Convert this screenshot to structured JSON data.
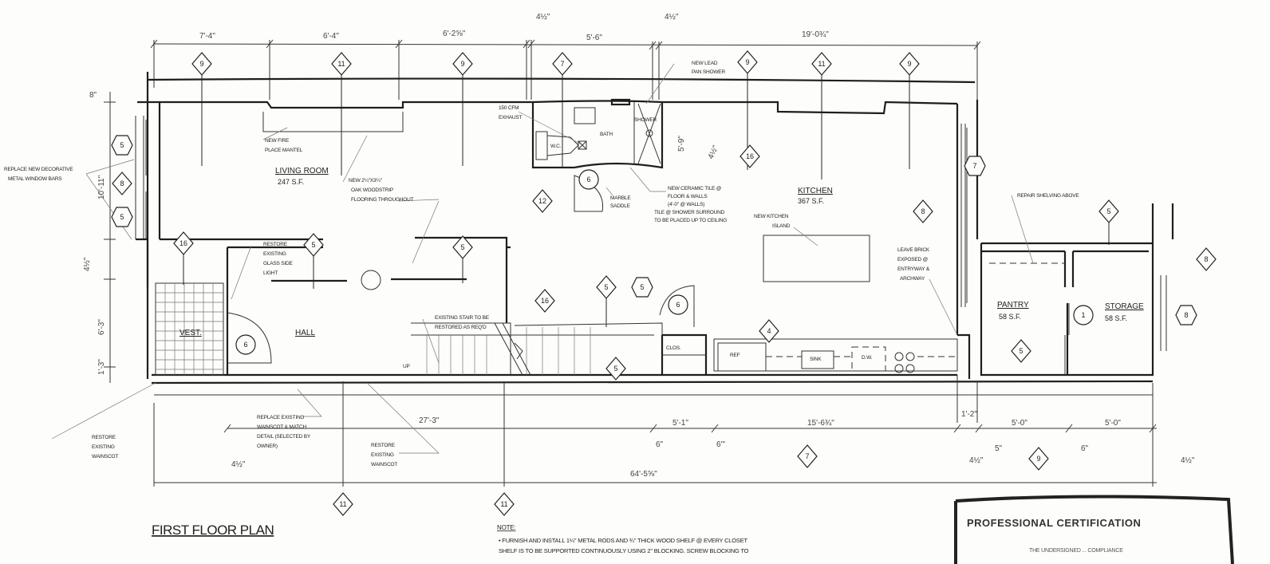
{
  "title": "FIRST FLOOR PLAN",
  "rooms": {
    "living": {
      "name": "LIVING ROOM",
      "area": "247 S.F."
    },
    "kitchen": {
      "name": "KITCHEN",
      "area": "367 S.F."
    },
    "hall": {
      "name": "HALL"
    },
    "vest": {
      "name": "VEST."
    },
    "pantry": {
      "name": "PANTRY",
      "area": "58 S.F."
    },
    "storage": {
      "name": "STORAGE",
      "area": "58 S.F."
    },
    "clos": {
      "name": "CLOS."
    }
  },
  "fixtures": {
    "wc": "W.C.",
    "shower": "SHOWER",
    "bath": "BATH",
    "ref": "REF",
    "sink": "SINK",
    "dw": "D.W.",
    "up": "UP"
  },
  "dimensions": {
    "top": [
      "7'-4\"",
      "6'-4\"",
      "6'-2⅝\"",
      "4½\"",
      "5'-6\"",
      "4½\"",
      "19'-0¾\""
    ],
    "side": [
      "8\"",
      "10'-11\"",
      "4½\"",
      "6'-3\"",
      "1'-3\"",
      "5'-9\"",
      "4½\""
    ],
    "bottom": [
      "27'-3\"",
      "5'-1\"",
      "15'-6¾\"",
      "1'-2\"",
      "5'-0\"",
      "5'-0\""
    ],
    "bottom_small": [
      "4½\"",
      "6\"",
      "6'\"",
      "4½\"",
      "5\"",
      "6\"",
      "4½\""
    ],
    "overall": "64'-5⅝\""
  },
  "tags": [
    "9",
    "11",
    "9",
    "7",
    "9",
    "11",
    "9",
    "5",
    "8",
    "5",
    "16",
    "12",
    "7",
    "8",
    "5",
    "8",
    "16",
    "5",
    "5",
    "16",
    "5",
    "5",
    "4",
    "5",
    "5",
    "8",
    "11",
    "11",
    "7",
    "9",
    "6",
    "6",
    "6",
    "1"
  ],
  "annotations": {
    "window_bars": [
      "REPLACE NEW DECORATIVE",
      "METAL WINDOW BARS"
    ],
    "mantel": [
      "NEW FIRE",
      "PLACE MANTEL"
    ],
    "flooring": [
      "NEW 2¼\"X3¼\"",
      "OAK WOODSTRIP",
      "FLOORING THROUGHOUT"
    ],
    "exhaust": [
      "150 CFM",
      "EXHAUST"
    ],
    "shower_pan": [
      "NEW LEAD",
      "PAN SHOWER"
    ],
    "tile": [
      "NEW CERAMIC TILE @",
      "FLOOR & WALLS",
      "(4'-0\" @ WALLS)",
      "TILE @ SHOWER SURROUND",
      "TO BE PLACED UP TO CEILING"
    ],
    "saddle": [
      "MARBLE",
      "SADDLE"
    ],
    "island": [
      "NEW KITCHEN",
      "ISLAND"
    ],
    "brick": [
      "LEAVE BRICK",
      "EXPOSED @",
      "ENTRYWAY &",
      "ARCHWAY"
    ],
    "shelving": [
      "REPAIR SHELVING ABOVE"
    ],
    "sidelight": [
      "RESTORE",
      "EXISTING",
      "GLASS SIDE",
      "LIGHT"
    ],
    "stair": [
      "EXISTING STAIR TO BE",
      "RESTORED AS REQ'D"
    ],
    "wainscot_replace": [
      "REPLACE EXISTING",
      "WAINSCOT & MATCH",
      "DETAIL (SELECTED BY",
      "OWNER)"
    ],
    "wainscot_restore_1": [
      "RESTORE",
      "EXISTING",
      "WAINSCOT"
    ],
    "wainscot_restore_2": [
      "RESTORE",
      "EXISTING",
      "WAINSCOT"
    ]
  },
  "note": {
    "heading": "NOTE:",
    "lines": [
      "• FURNISH AND INSTALL 1¼\" METAL RODS AND ¾\" THICK WOOD SHELF @ EVERY CLOSET",
      "SHELF IS TO BE SUPPORTED CONTINUOUSLY USING 2\" BLOCKING. SCREW BLOCKING TO"
    ]
  },
  "certification": {
    "title": "PROFESSIONAL CERTIFICATION",
    "subtitle": "THE UNDERSIGNED ... COMPLIANCE"
  }
}
